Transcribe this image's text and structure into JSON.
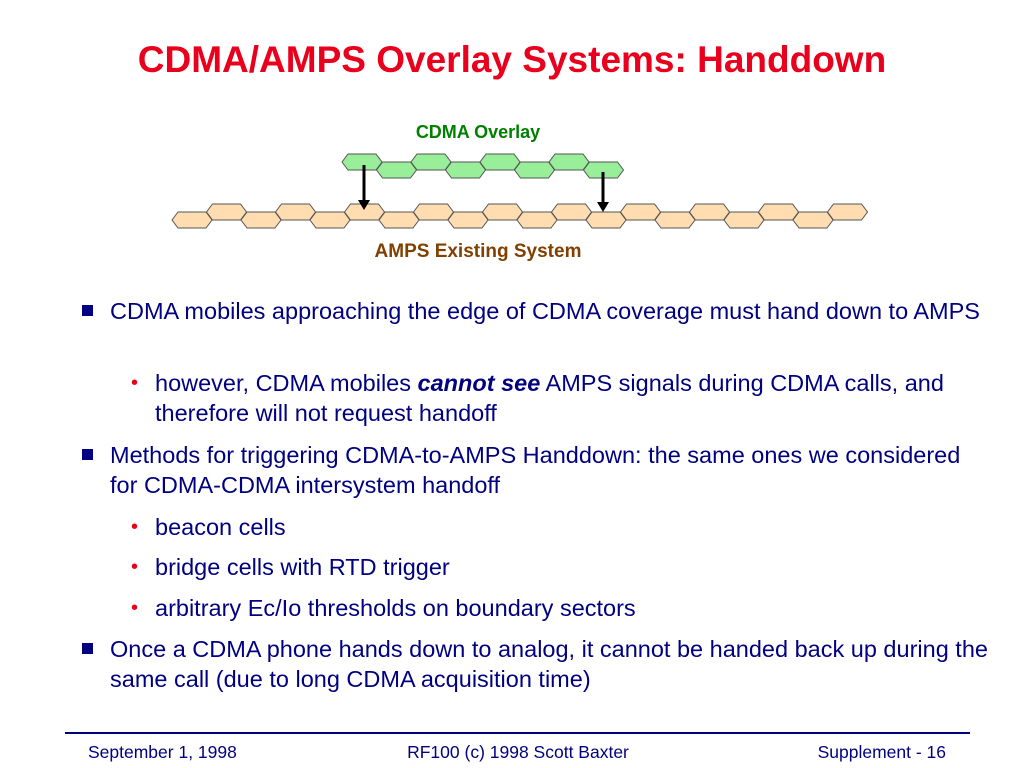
{
  "title": "CDMA/AMPS Overlay Systems: Handdown",
  "diagram": {
    "overlay_label": "CDMA Overlay",
    "amps_label": "AMPS Existing System",
    "overlay_color": "#99ee99",
    "amps_color": "#ffddb0"
  },
  "bullets": [
    {
      "text": "CDMA mobiles approaching the edge of CDMA coverage must hand down to AMPS"
    },
    {
      "pre": "however, CDMA mobiles ",
      "emph": "cannot see",
      "post": " AMPS signals during CDMA calls, and therefore will not request handoff"
    },
    {
      "text": "Methods for triggering CDMA-to-AMPS Handdown: the same ones we considered for CDMA-CDMA intersystem handoff"
    },
    {
      "text": "beacon cells"
    },
    {
      "text": "bridge cells with RTD trigger"
    },
    {
      "text": "arbitrary Ec/Io thresholds on boundary sectors"
    },
    {
      "text": "Once a CDMA phone hands down to analog, it cannot be handed back up during the same call (due to long CDMA acquisition time)"
    }
  ],
  "footer": {
    "left": "September 1, 1998",
    "center": "RF100 (c) 1998 Scott Baxter",
    "right": "Supplement - 16"
  }
}
